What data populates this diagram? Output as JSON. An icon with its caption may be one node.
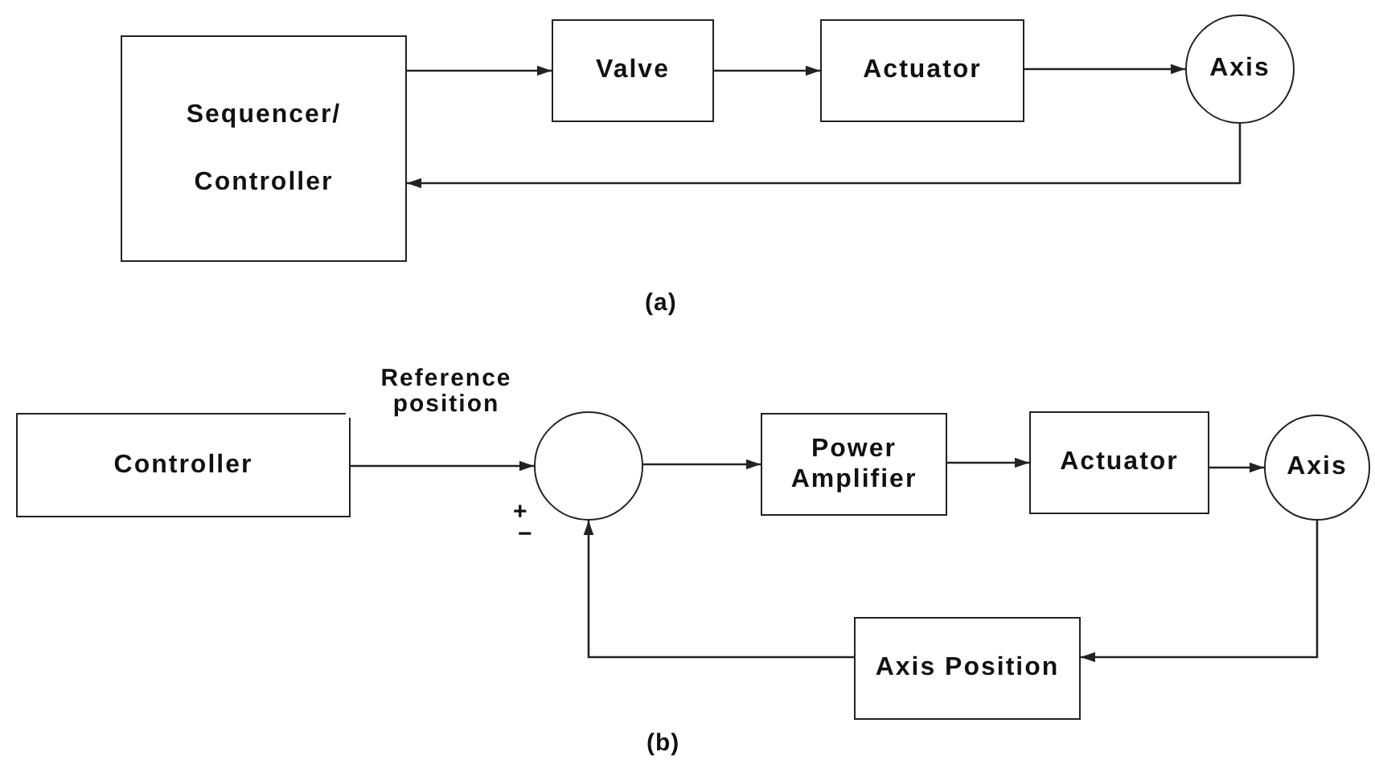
{
  "diagram": {
    "nodes": [
      {
        "text": [
          "Sequencer/ Controller"
        ]
      },
      {
        "text": [
          "Valve"
        ]
      },
      {
        "text": [
          "Actuator"
        ]
      },
      {
        "text": [
          "Axis"
        ]
      },
      {
        "text": [
          "Controller"
        ]
      },
      {
        "text": [],
        "shape": "circle"
      },
      {
        "text": [
          "Power Amplifier"
        ]
      },
      {
        "text": [
          "Actuator"
        ]
      },
      {
        "text": [
          "Axis"
        ]
      },
      {
        "text": [
          "Axis Position"
        ]
      }
    ],
    "edges": [
      {
        "from": 0,
        "to": 1,
        "arrow": "to"
      },
      {
        "from": 1,
        "to": 2,
        "arrow": "to"
      },
      {
        "from": 2,
        "to": 3,
        "arrow": "to"
      },
      {
        "from": 3,
        "to": 0,
        "arrow": "to"
      },
      {
        "from": 4,
        "to": 5,
        "arrow": "to",
        "label": "Reference position"
      },
      {
        "from": 5,
        "to": 6,
        "arrow": "to"
      },
      {
        "from": 6,
        "to": 7,
        "arrow": "to"
      },
      {
        "from": 7,
        "to": 8,
        "arrow": "to"
      },
      {
        "from": 8,
        "to": 9,
        "arrow": "to"
      },
      {
        "from": 9,
        "to": 5,
        "arrow": "to"
      }
    ],
    "labels": [
      "(a)",
      "+",
      "−",
      "(b)"
    ]
  }
}
